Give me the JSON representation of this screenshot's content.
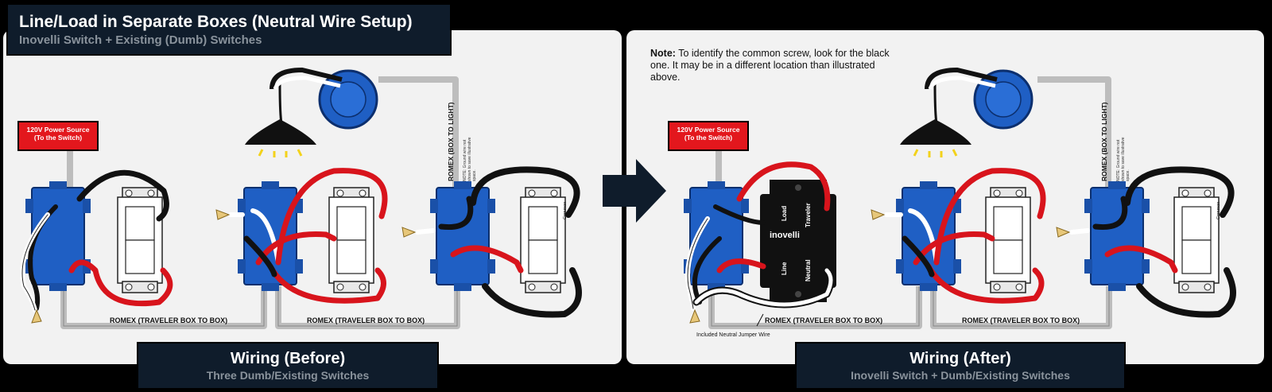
{
  "title": {
    "main": "Line/Load in Separate Boxes (Neutral Wire Setup)",
    "subtitle": "Inovelli Switch + Existing (Dumb) Switches"
  },
  "note": {
    "label": "Note:",
    "text": "To identify the common screw, look for the black one. It may be in a different location than illustrated above."
  },
  "power_source": {
    "line1": "120V Power Source",
    "line2": "(To the Switch)"
  },
  "labels": {
    "romex_box_to_box": "ROMEX (TRAVELER BOX TO BOX)",
    "romex_box_to_light": "ROMEX (BOX TO LIGHT)",
    "ground_note": "NOTE: Ground wire not shown to save illustrative space.",
    "common": "Common",
    "jumper": "Included Neutral Jumper Wire"
  },
  "inovelli": {
    "brand": "inovelli",
    "load": "Load",
    "traveler": "Traveler",
    "line": "Line",
    "neutral": "Neutral"
  },
  "captions": {
    "before_title": "Wiring (Before)",
    "before_sub": "Three Dumb/Existing Switches",
    "after_title": "Wiring (After)",
    "after_sub": "Inovelli Switch + Dumb/Existing Switches"
  },
  "colors": {
    "box_blue": "#1f5fc4",
    "wire_red": "#d8141c",
    "wire_black": "#111111",
    "wire_white": "#ffffff",
    "romex_gray": "#bdbdbd",
    "title_navy": "#0f1c2b",
    "power_red": "#e3171d",
    "arrow": "#0f1c2b"
  }
}
